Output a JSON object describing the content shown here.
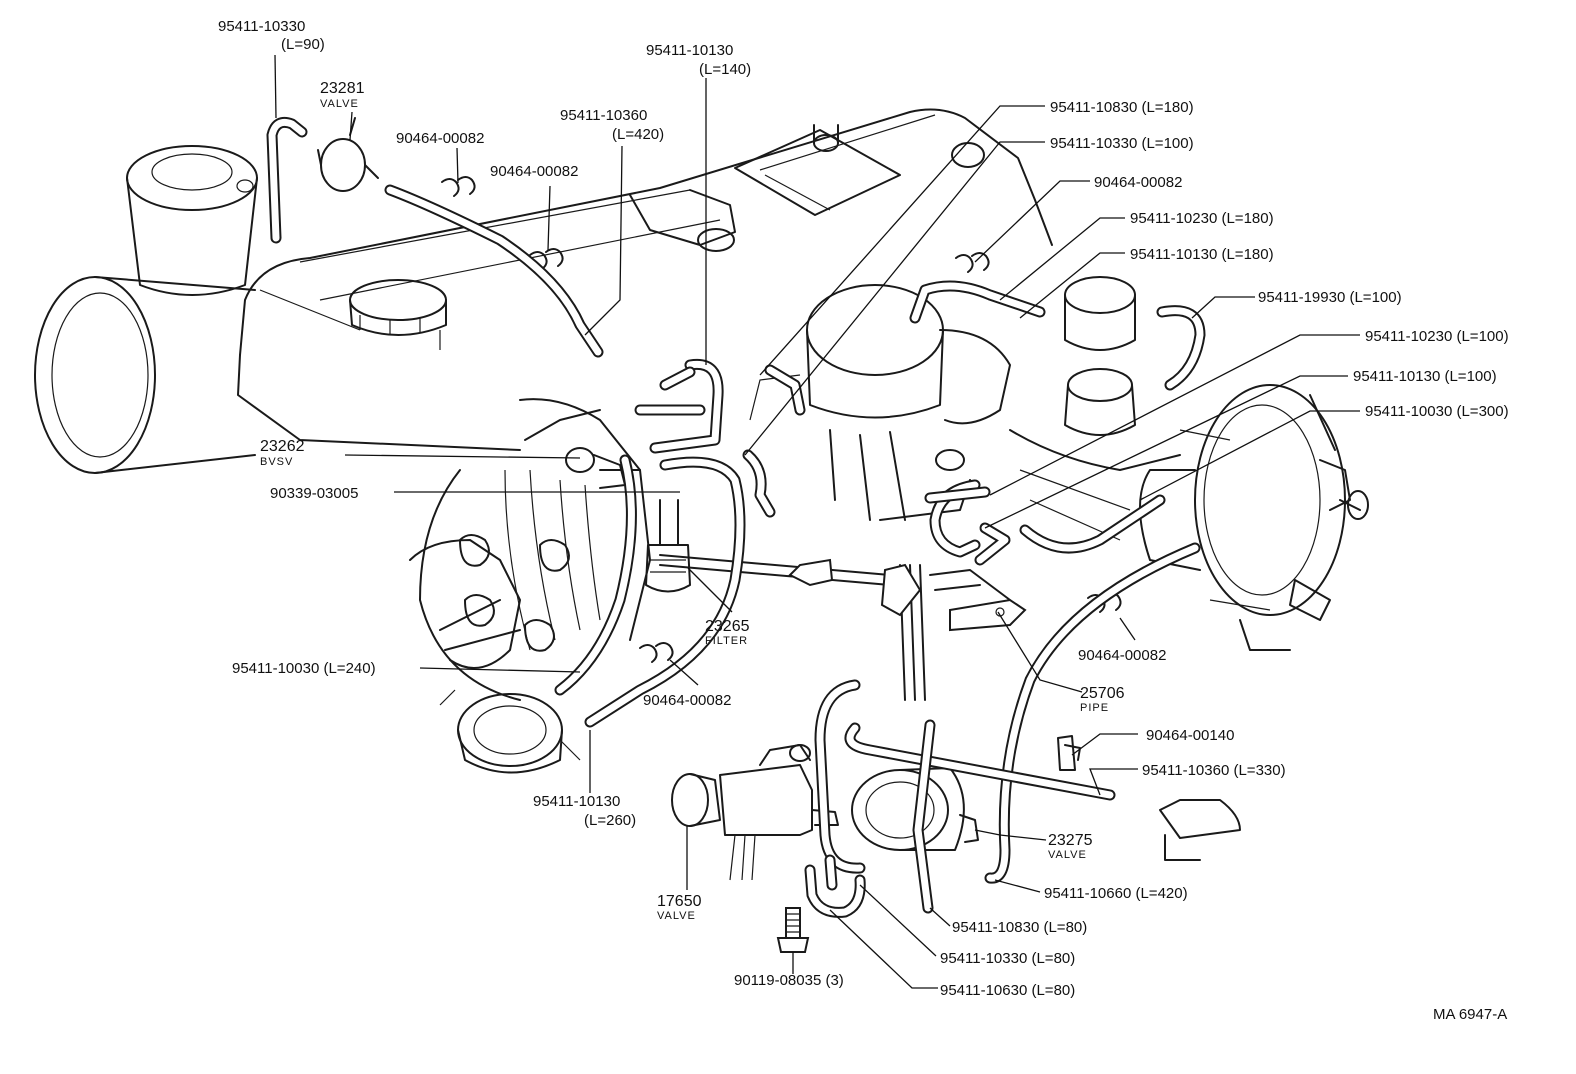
{
  "labels": {
    "l01": "95411-10330",
    "l02": "(L=90)",
    "l03": "23281",
    "l04": "VALVE",
    "l05": "90464-00082",
    "l06": "95411-10360",
    "l07": "(L=420)",
    "l08": "90464-00082",
    "l09": "95411-10130",
    "l10": "(L=140)",
    "l11": "95411-10830 (L=180)",
    "l12": "95411-10330 (L=100)",
    "l13": "90464-00082",
    "l14": "95411-10230 (L=180)",
    "l15": "95411-10130 (L=180)",
    "l16": "95411-19930 (L=100)",
    "l17": "95411-10230 (L=100)",
    "l18": "95411-10130 (L=100)",
    "l19": "95411-10030 (L=300)",
    "l20": "23262",
    "l21": "BVSV",
    "l22": "90339-03005",
    "l23": "23265",
    "l24": "FILTER",
    "l25": "90464-00082",
    "l26": "25706",
    "l27": "PIPE",
    "l28": "95411-10030 (L=240)",
    "l29": "90464-00082",
    "l30": "90464-00140",
    "l31": "95411-10360 (L=330)",
    "l32": "95411-10130",
    "l33": "(L=260)",
    "l34": "23275",
    "l35": "VALVE",
    "l36": "95411-10660 (L=420)",
    "l37": "17650",
    "l38": "VALVE",
    "l39": "95411-10830 (L=80)",
    "l40": "95411-10330 (L=80)",
    "l41": "90119-08035 (3)",
    "l42": "95411-10630 (L=80)",
    "l43": "MA 6947-A"
  }
}
